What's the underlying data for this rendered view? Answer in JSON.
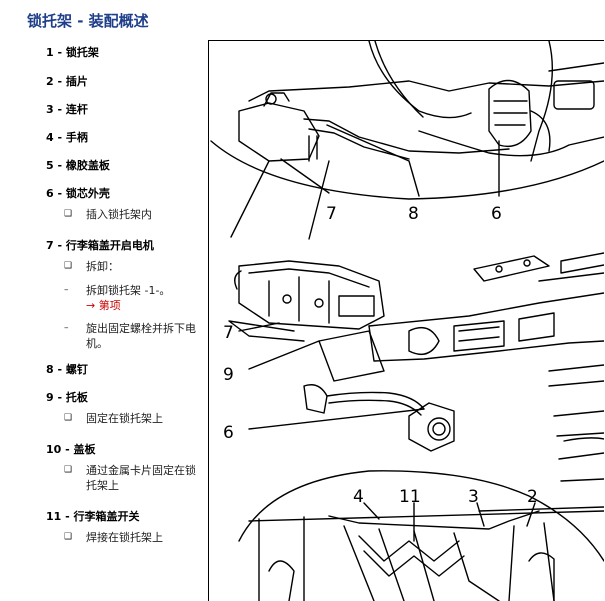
{
  "title": "锁托架 - 装配概述",
  "items": [
    {
      "num": "1 -",
      "label": "锁托架"
    },
    {
      "num": "2 -",
      "label": "插片"
    },
    {
      "num": "3 -",
      "label": "连杆"
    },
    {
      "num": "4 -",
      "label": "手柄"
    },
    {
      "num": "5 -",
      "label": "橡胶盖板"
    },
    {
      "num": "6 -",
      "label": "锁芯外壳"
    },
    {
      "num": "7 -",
      "label": "行李箱盖开启电机"
    },
    {
      "num": "8 -",
      "label": "螺钉"
    },
    {
      "num": "9 -",
      "label": "托板"
    },
    {
      "num": "10 -",
      "label": "盖板"
    },
    {
      "num": "11 -",
      "label": "行李箱盖开关"
    }
  ],
  "subs": {
    "s6a": {
      "marker": "❑",
      "text": "插入锁托架内"
    },
    "s7a": {
      "marker": "❑",
      "text": "拆卸："
    },
    "s7b": {
      "marker": "–",
      "text": "拆卸锁托架 -1-。",
      "link": "→ 第项"
    },
    "s7c": {
      "marker": "–",
      "text": "旋出固定螺栓并拆下电机。"
    },
    "s9a": {
      "marker": "❑",
      "text": "固定在锁托架上"
    },
    "s10a": {
      "marker": "❑",
      "text": "通过金属卡片固定在锁托架上"
    },
    "s11a": {
      "marker": "❑",
      "text": "焊接在锁托架上"
    }
  },
  "diagram": {
    "callouts": [
      "7",
      "8",
      "6",
      "7",
      "9",
      "6",
      "4",
      "11",
      "3",
      "2"
    ]
  }
}
